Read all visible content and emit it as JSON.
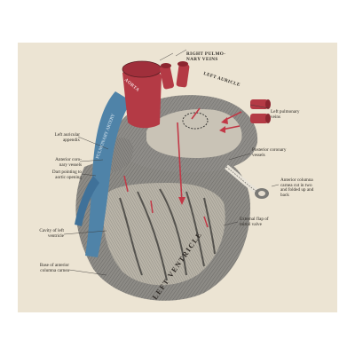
{
  "labels": {
    "right_pulmonary_veins": "RIGHT PULMO-\nNARY VEINS",
    "left_auricle": "LEFT AURICLE",
    "aorta": "AORTA",
    "pulmonary_artery": "PULMONARY ARTERY",
    "left_pulmonary_veins": "Left pulmonary\nveins",
    "left_auricular_appendix": "Left auricular\nappendix",
    "posterior_coronary_vessels": "Posterior coronary\nvessels",
    "anterior_coronary_vessels": "Anterior coro-\nnary vessels",
    "dart_pointing": "Dart pointing to\naortic opening",
    "anterior_columnae": "Anterior columna\ncarnea cut in two\nand folded up and\nback",
    "cavity_left_ventricle": "Cavity of left\nventricle",
    "external_flap": "External flap of\nmitral valve",
    "base_anterior_columna": "Base of anterior\ncolumna carnea",
    "left_ventricle": "LEFT VENTRICLE"
  },
  "colors": {
    "paper": "#ece4d3",
    "aorta_red": "#b43a45",
    "artery_blue": "#4f83a8",
    "muscle_gray": "#7b7a76",
    "ink": "#2d2a25"
  }
}
